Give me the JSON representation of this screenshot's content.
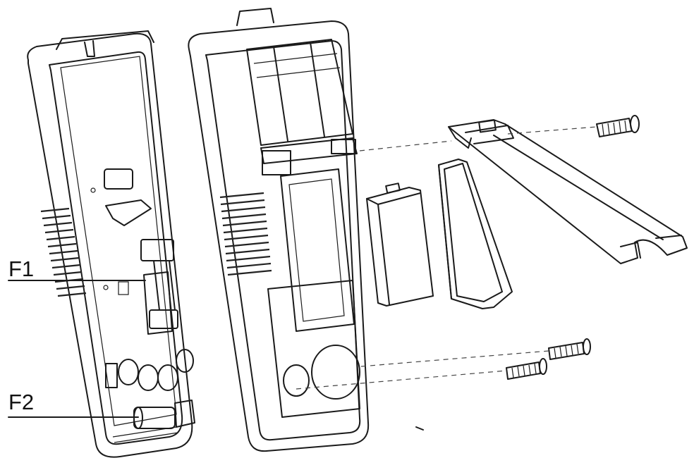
{
  "callouts": {
    "f1": "F1",
    "f2": "F2"
  },
  "line_color": "#1a1a1a",
  "parts": [
    "front-housing-with-pcb",
    "rear-case",
    "battery",
    "battery-door",
    "tilt-stand",
    "stand-screw",
    "case-screw-upper",
    "case-screw-lower"
  ]
}
